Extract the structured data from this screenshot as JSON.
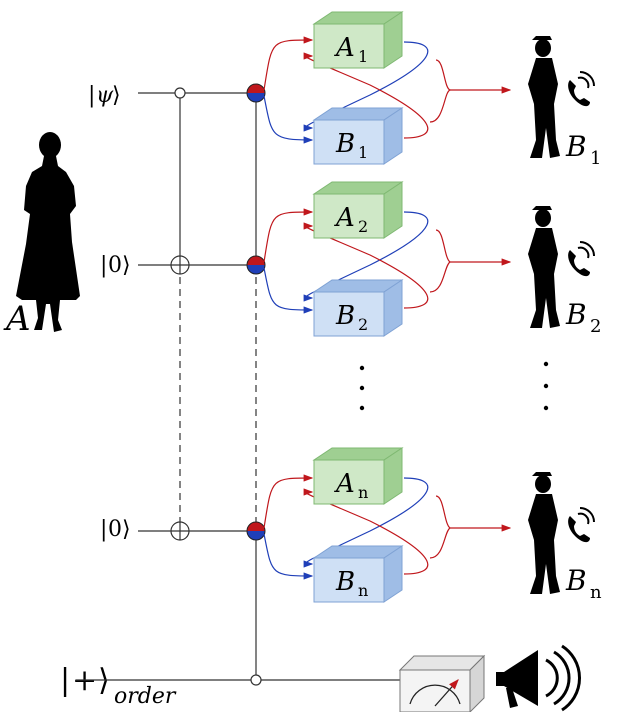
{
  "sender": {
    "label": "A"
  },
  "inputs": [
    {
      "ket_content": "ψ"
    },
    {
      "ket_content": "0"
    },
    {
      "ket_content": "0"
    }
  ],
  "order_qubit": {
    "ket_content": "+",
    "subscript": "order"
  },
  "stages": [
    {
      "top_box": {
        "letter": "A",
        "sub": "1"
      },
      "bottom_box": {
        "letter": "B",
        "sub": "1"
      },
      "receiver": {
        "letter": "B",
        "sub": "1"
      }
    },
    {
      "top_box": {
        "letter": "A",
        "sub": "2"
      },
      "bottom_box": {
        "letter": "B",
        "sub": "2"
      },
      "receiver": {
        "letter": "B",
        "sub": "2"
      }
    },
    {
      "top_box": {
        "letter": "A",
        "sub": "n"
      },
      "bottom_box": {
        "letter": "B",
        "sub": "n"
      },
      "receiver": {
        "letter": "B",
        "sub": "n"
      }
    }
  ],
  "colors": {
    "red_path": "#c0171c",
    "blue_path": "#1f3fb8",
    "box_green": "#cfe8c7",
    "box_green_dark": "#9fcf92",
    "box_blue": "#cfe0f5",
    "box_blue_dark": "#9fbde6",
    "wire": "#333333"
  }
}
